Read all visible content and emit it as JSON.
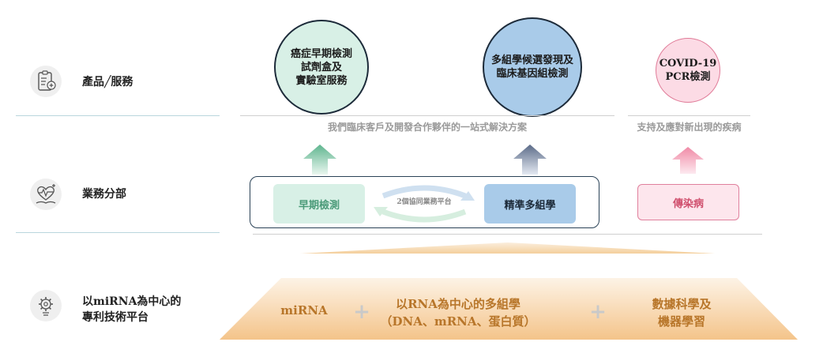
{
  "rows": {
    "products": {
      "label": "產品╱服務",
      "icon": "clipboard-medical-icon"
    },
    "business": {
      "label": "業務分部",
      "icon": "heart-pulse-book-icon"
    },
    "platform": {
      "label_line1": "以miRNA為中心的",
      "label_line2": "專利技術平台",
      "icon": "gear-brain-icon"
    }
  },
  "products": {
    "early": {
      "line1": "癌症早期檢測",
      "line2": "試劑盒及",
      "line3": "實驗室服務"
    },
    "multiomics": {
      "line1": "多組學候選發現及",
      "line2": "臨床基因組檢測"
    },
    "covid": {
      "line1": "COVID-19",
      "line2": "PCR檢測"
    }
  },
  "subtitles": {
    "one_stop": "我們臨床客戶及開發合作夥伴的一站式解決方案",
    "emerging": "支持及應對新出現的疾病"
  },
  "segments": {
    "early_detection": "早期檢測",
    "synergy": "2個協同業務平台",
    "precision_multiomics": "精準多組學",
    "infectious": "傳染病"
  },
  "foundation": {
    "mirna": "miRNA",
    "rna_line1": "以RNA為中心的多組學",
    "rna_line2": "（DNA、mRNA、蛋白質）",
    "data_line1": "數據科學及",
    "data_line2": "機器學習",
    "plus": "+"
  },
  "colors": {
    "green": "#d8f0e6",
    "blue": "#a9cbe9",
    "pink": "#fcdbe5",
    "orange_text": "#b8762a",
    "accent_line": "#b9d6dd"
  }
}
